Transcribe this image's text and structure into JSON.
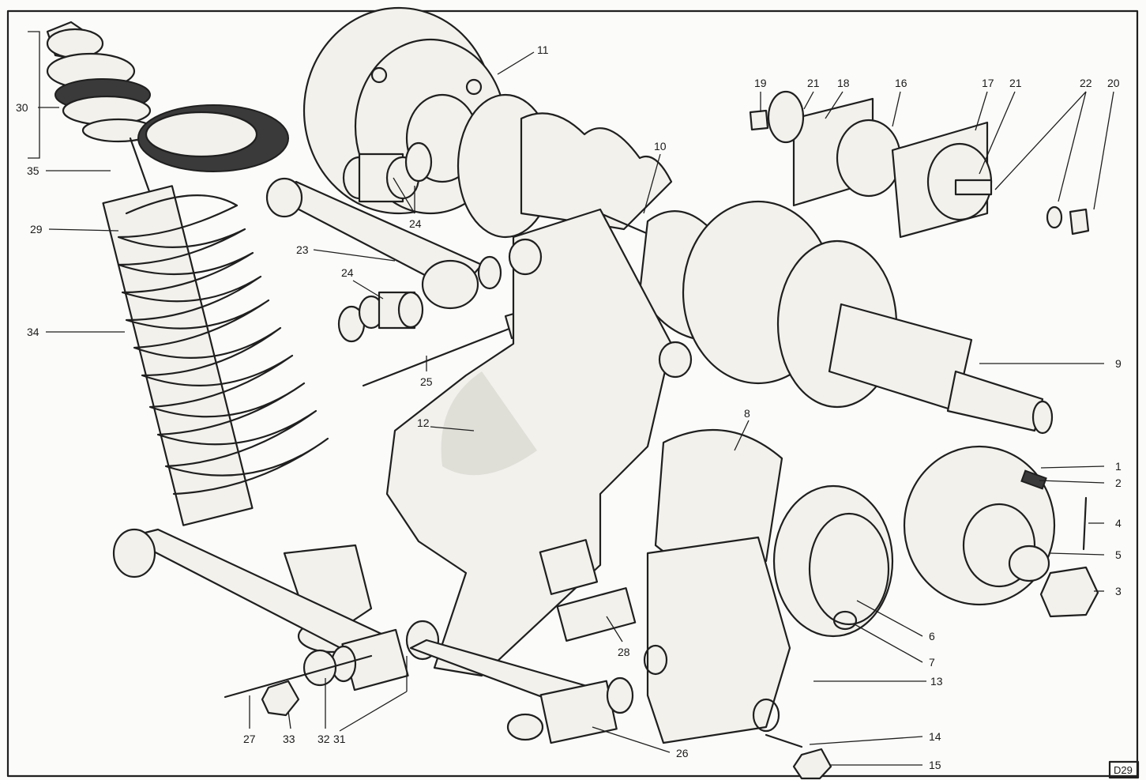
{
  "figure": {
    "ref_code": "D29",
    "callouts": [
      "1",
      "2",
      "3",
      "4",
      "5",
      "6",
      "7",
      "8",
      "9",
      "10",
      "11",
      "12",
      "13",
      "14",
      "15",
      "16",
      "17",
      "18",
      "19",
      "20",
      "21",
      "21",
      "22",
      "23",
      "24",
      "24",
      "25",
      "26",
      "27",
      "28",
      "29",
      "30",
      "31",
      "32",
      "33",
      "34",
      "35"
    ]
  },
  "colors": {
    "paper": "#fbfbf9",
    "ink": "#1f1f1f"
  }
}
